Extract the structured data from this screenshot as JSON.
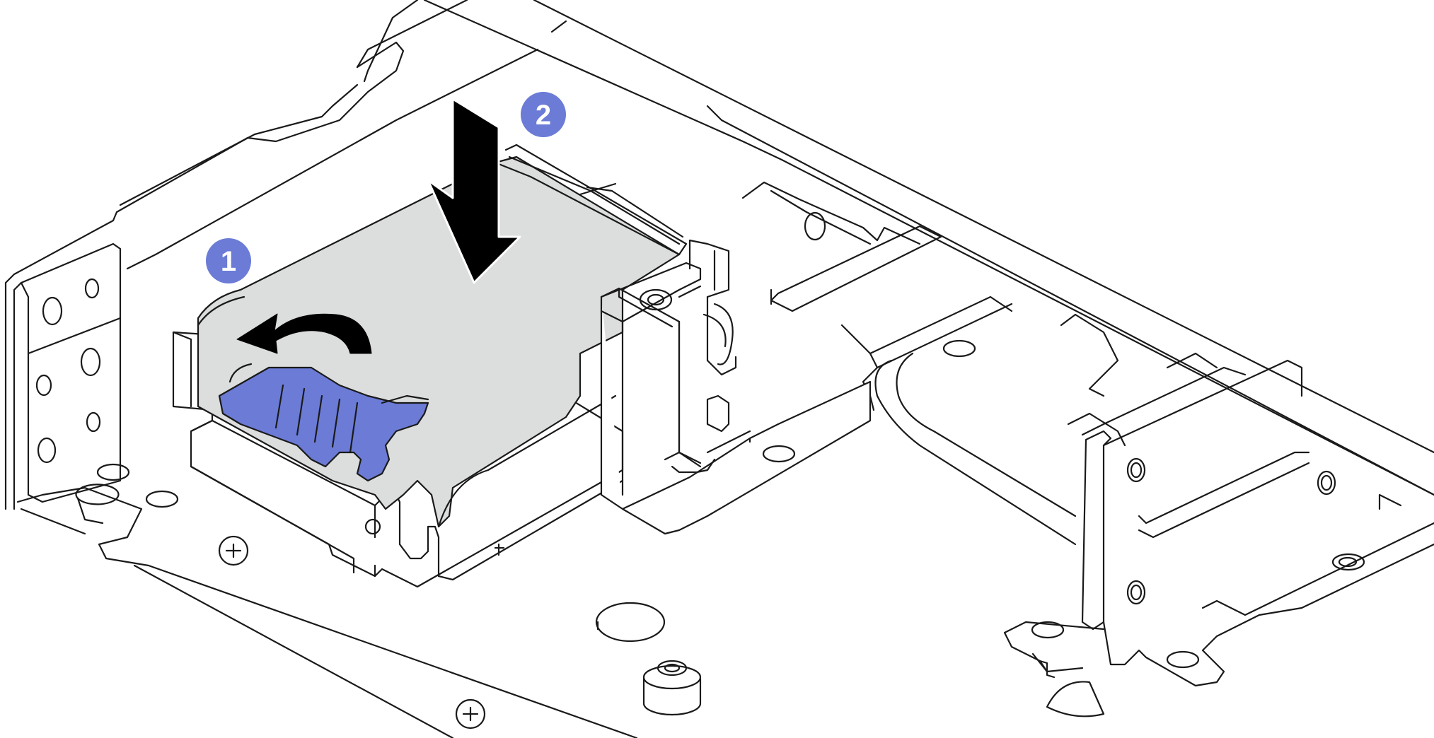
{
  "diagram": {
    "steps": [
      {
        "number": "1",
        "action": "rotate-retention-clip"
      },
      {
        "number": "2",
        "action": "press-down-module"
      }
    ],
    "colors": {
      "background": "#ffffff",
      "line": "#1a1a1a",
      "component_fill": "#dcdddd",
      "clip_fill": "#6b7bd6",
      "callout_fill": "#6b7bd6",
      "callout_text": "#ffffff",
      "arrow_fill": "#000000"
    },
    "icons": [
      "rotate-arrow-icon",
      "down-arrow-icon",
      "screw-head-icon"
    ]
  }
}
